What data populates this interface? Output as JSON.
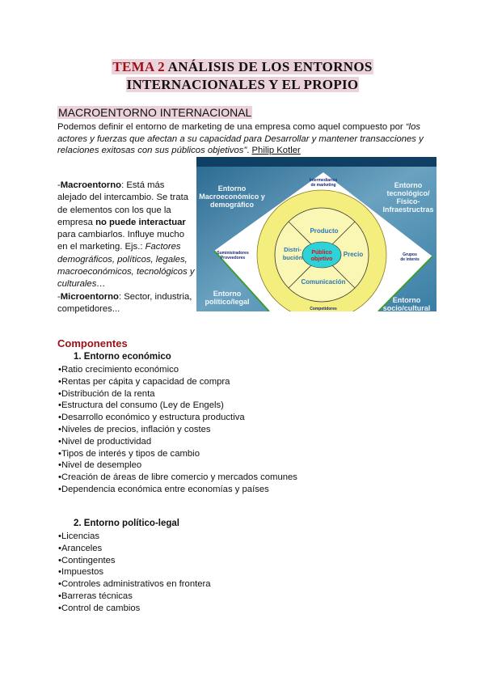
{
  "title": {
    "tema": "TEMA 2",
    "line1_rest": "ANÁLISIS DE LOS ENTORNOS",
    "line2": "INTERNACIONALES Y EL PROPIO"
  },
  "section_heading": "MACROENTORNO INTERNACIONAL",
  "intro": {
    "text": "Podemos definir el entorno de marketing de una empresa como aquel compuesto por ",
    "quote": "“los actores y fuerzas que afectan a su capacidad para Desarrollar y mantener transacciones y relaciones exitosas con sus públicos objetivos”",
    "after": ". ",
    "author": "Philip Kotler"
  },
  "macro": {
    "label": "Macroentorno",
    "text1": ": Está más alejado del intercambio. Se trata de elementos con los que la empresa ",
    "bold": "no puede interactuar",
    "text2": " para cambiarlos. Influye mucho en el marketing. Ejs.: ",
    "examples": "Factores demográficos, políticos, legales, macroeconómicos, tecnológicos y culturales…"
  },
  "micro": {
    "label": "Microentorno",
    "text": ": Sector, industria, competidores..."
  },
  "diagram": {
    "corners": {
      "top_left": [
        "Entorno",
        "Macroeconómico y",
        "demográfico"
      ],
      "top_right": [
        "Entorno",
        "tecnológico/",
        "Físico-",
        "Infraestructras"
      ],
      "bottom_left": [
        "Entorno",
        "político/legal"
      ],
      "bottom_right": [
        "Entorno",
        "socio/cultural"
      ]
    },
    "edges": {
      "top": [
        "Intermediarios",
        "de marketing"
      ],
      "left": [
        "Suministradores",
        "Proveedores"
      ],
      "right": [
        "Grupos",
        "de interés"
      ],
      "bottom": "Competidores"
    },
    "quadrants": {
      "top": "Producto",
      "left": [
        "Distri-",
        "bución"
      ],
      "right": "Precio",
      "bottom": "Comunicación"
    },
    "center": [
      "Público",
      "objetivo"
    ],
    "colors": {
      "background": "#2d6f95",
      "diamond": "#ffffff",
      "outer_ring": "#f4ee7e",
      "inner": "#faf6b4",
      "center": "#2ed3d8",
      "center_text": "#d0181e",
      "quadrant_text": "#2a78b8",
      "diamond_edge": "#3d9a3a"
    }
  },
  "components": {
    "heading": "Componentes",
    "groups": [
      {
        "title": "1.   Entorno económico",
        "items": [
          "Ratio crecimiento económico",
          "Rentas per cápita y capacidad de compra",
          "Distribución de la renta",
          "Estructura del consumo (Ley de Engels)",
          "Desarrollo económico y estructura productiva",
          "Niveles de precios, inflación y costes",
          "Nivel de productividad",
          "Tipos de interés y tipos de cambio",
          "Nivel de desempleo",
          "Creación de áreas de libre comercio y mercados comunes",
          "Dependencia económica entre economías y países"
        ]
      },
      {
        "title": "2.   Entorno político-legal",
        "items": [
          "Licencias",
          "Aranceles",
          "Contingentes",
          "Impuestos",
          "Controles administrativos en frontera",
          "Barreras técnicas",
          "Control de cambios"
        ]
      }
    ]
  }
}
